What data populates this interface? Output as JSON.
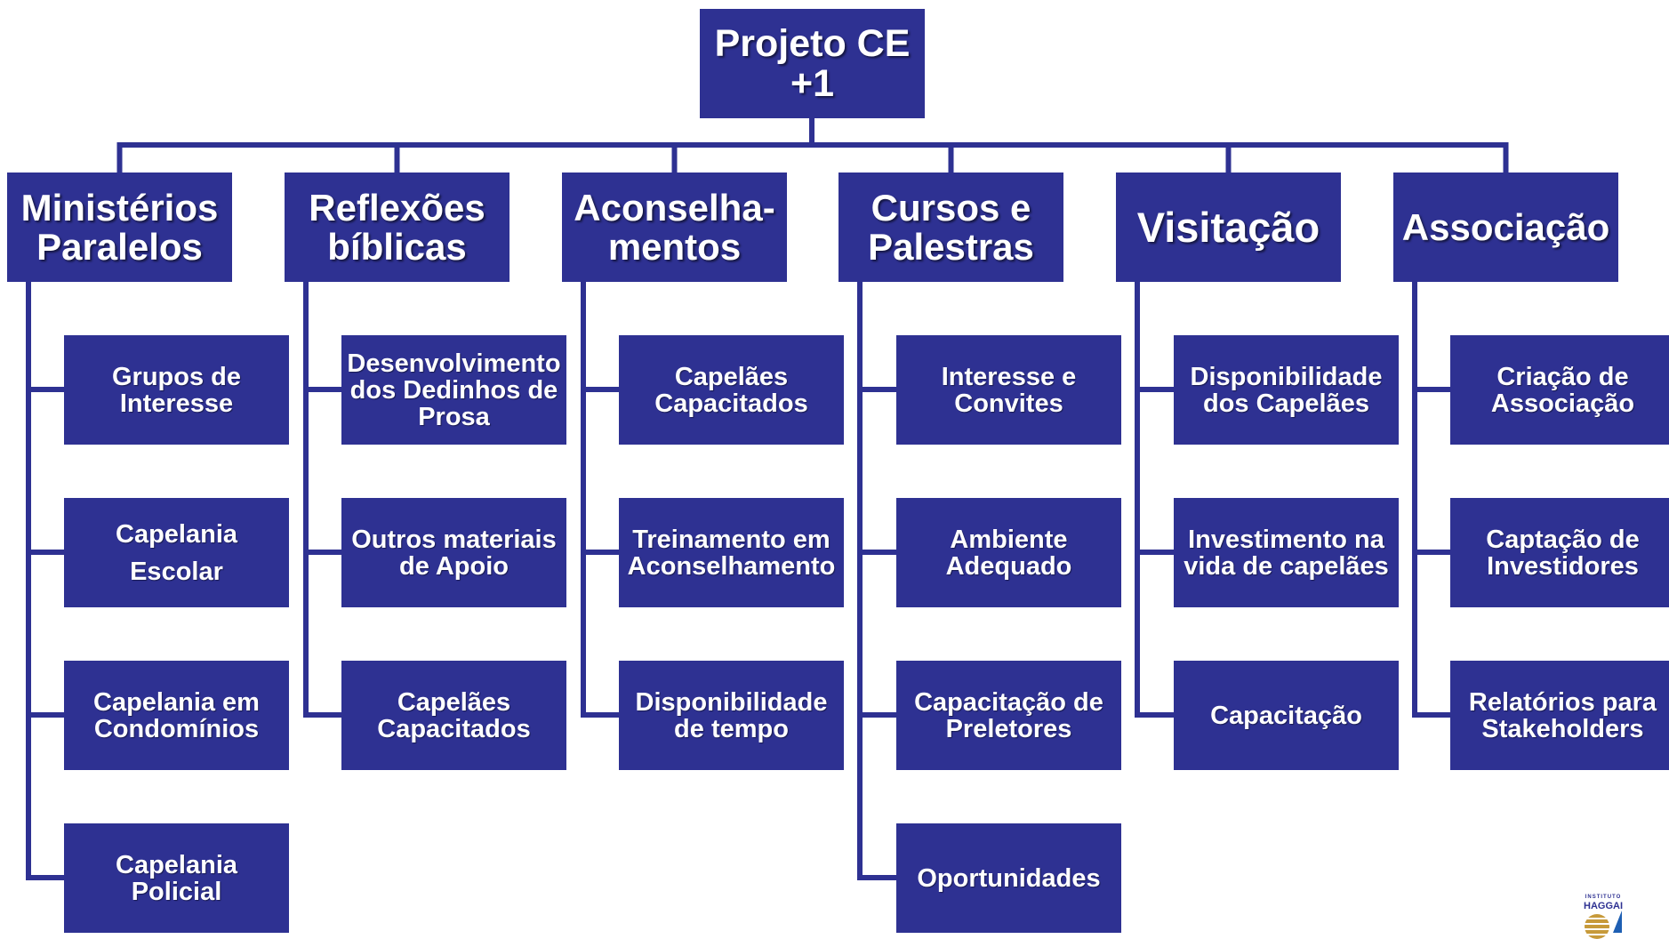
{
  "root": {
    "label": "Projeto CE\n+1"
  },
  "categories": [
    {
      "label": "Ministérios\nParalelos",
      "items": [
        "Grupos de\nInteresse",
        "Capelania\nEscolar",
        "Capelania em\nCondomínios",
        "Capelania\nPolicial"
      ]
    },
    {
      "label": "Reflexões\nbíblicas",
      "items": [
        "Desenvolvimento\ndos Dedinhos de\nProsa",
        "Outros materiais\nde Apoio",
        "Capelães\nCapacitados"
      ]
    },
    {
      "label": "Aconselha-\nmentos",
      "items": [
        "Capelães\nCapacitados",
        "Treinamento em\nAconselhamento",
        "Disponibilidade\nde tempo"
      ]
    },
    {
      "label": "Cursos e\nPalestras",
      "items": [
        "Interesse e\nConvites",
        "Ambiente\nAdequado",
        "Capacitação de\nPreletores",
        "Oportunidades"
      ]
    },
    {
      "label": "Visitação",
      "items": [
        "Disponibilidade\ndos Capelães",
        "Investimento na\nvida de capelães",
        "Capacitação"
      ]
    },
    {
      "label": "Associação",
      "items": [
        "Criação de\nAssociação",
        "Captação de\nInvestidores",
        "Relatórios para\nStakeholders"
      ]
    }
  ],
  "logo": {
    "top_text": "INSTITUTO",
    "name": "HAGGAI"
  },
  "colors": {
    "box_fill": "#2e3192",
    "connector": "#2e3192",
    "text": "#ffffff"
  }
}
